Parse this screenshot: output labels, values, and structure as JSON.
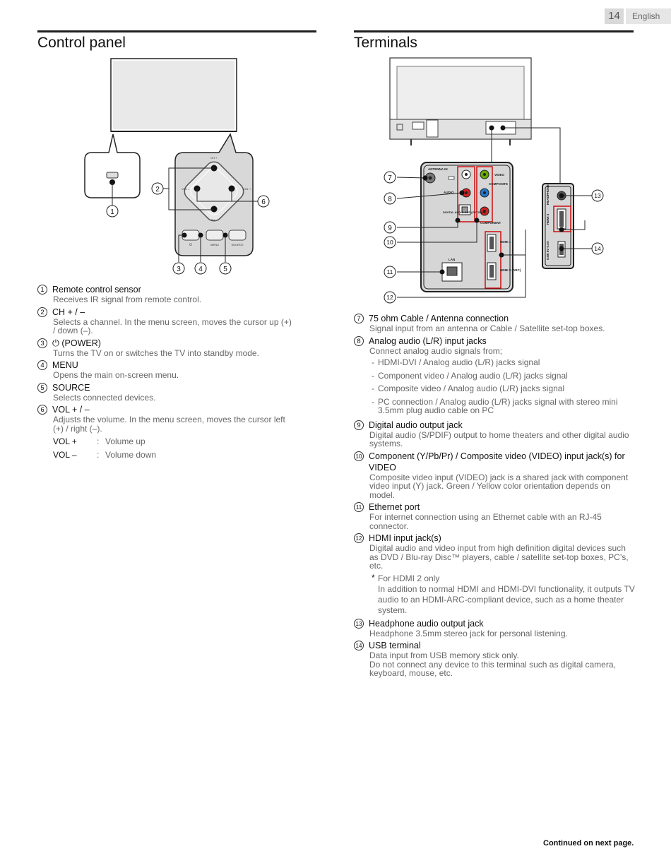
{
  "header": {
    "page_number": "14",
    "language": "English"
  },
  "left": {
    "heading": "Control panel",
    "items": [
      {
        "num": "1",
        "title": "Remote control sensor",
        "desc": "Receives IR signal from remote control."
      },
      {
        "num": "2",
        "title": "CH + / –",
        "desc": "Selects a channel. In the menu screen, moves the cursor up (+) / down (–)."
      },
      {
        "num": "3",
        "title": "⏻ (POWER)",
        "desc": "Turns the TV on or switches the TV into standby mode."
      },
      {
        "num": "4",
        "title": "MENU",
        "desc": "Opens the main on-screen menu."
      },
      {
        "num": "5",
        "title": "SOURCE",
        "desc": "Selects connected devices."
      },
      {
        "num": "6",
        "title": "VOL + / –",
        "desc": "Adjusts the volume. In the menu screen, moves the cursor left (+) / right (–)."
      }
    ],
    "vol_table": [
      {
        "key": "VOL +",
        "sep": ":",
        "value": "Volume up"
      },
      {
        "key": "VOL –",
        "sep": ":",
        "value": "Volume down"
      }
    ]
  },
  "right": {
    "heading": "Terminals",
    "items": {
      "i7": {
        "num": "7",
        "title": "75 ohm Cable / Antenna connection",
        "desc": "Signal input from an antenna or Cable / Satellite set-top boxes."
      },
      "i8": {
        "num": "8",
        "title": "Analog audio (L/R) input jacks",
        "desc": "Connect analog audio signals from;",
        "bullets": [
          "HDMI-DVI / Analog audio (L/R) jacks signal",
          "Component video / Analog audio (L/R) jacks signal",
          "Composite video / Analog audio (L/R) jacks signal",
          "PC connection / Analog audio (L/R) jacks signal with stereo mini 3.5mm plug audio cable on PC"
        ]
      },
      "i9": {
        "num": "9",
        "title": "Digital audio output jack",
        "desc": "Digital audio (S/PDIF) output to home theaters and other digital audio systems."
      },
      "i10": {
        "num": "10",
        "title": "Component (Y/Pb/Pr) / Composite video (VIDEO) input jack(s) for VIDEO",
        "desc": "Composite video input (VIDEO) jack is a shared jack with component video input (Y) jack. Green / Yellow color orientation depends on model."
      },
      "i11": {
        "num": "11",
        "title": "Ethernet port",
        "desc": "For internet connection using an Ethernet cable with an RJ-45 connector."
      },
      "i12": {
        "num": "12",
        "title": "HDMI input jack(s)",
        "desc": "Digital audio and video input from high definition digital devices such as DVD / Blu-ray Disc™ players, cable / satellite set-top boxes, PC’s, etc.",
        "note_star": "*",
        "note_title": "For HDMI 2 only",
        "note_text": "In addition to normal HDMI and HDMI-DVI functionality, it outputs TV audio to an HDMI-ARC-compliant device, such as a home theater system."
      },
      "i13": {
        "num": "13",
        "title": "Headphone audio output jack",
        "desc": "Headphone 3.5mm stereo jack for personal listening."
      },
      "i14": {
        "num": "14",
        "title": "USB terminal",
        "desc": "Data input from USB memory stick only.\nDo not connect any device to this terminal such as digital camera, keyboard, mouse, etc."
      }
    }
  },
  "diagram_labels": {
    "ch_plus": "CH +",
    "ch_minus": "CH –",
    "vol_minus": "VOL –",
    "vol_plus": "VOL +",
    "menu": "MENU",
    "source": "SOURCE",
    "antenna_in": "ANTENNA IN",
    "audio": "AUDIO",
    "video": "VIDEO",
    "composite": "COMPOSITE",
    "component": "COMPONENT",
    "digital_audio_out": "DIGITAL AUDIO OUT (OPTICAL)",
    "lan": "LAN",
    "hdmi1": "HDMI 1",
    "hdmi2": "HDMI 2 (ARC)",
    "headphone": "HEADPHONE",
    "hdmi3": "HDMI 3",
    "usb": "USB 5V 0.5A",
    "callouts": [
      "1",
      "2",
      "3",
      "4",
      "5",
      "6",
      "7",
      "8",
      "9",
      "10",
      "11",
      "12",
      "13",
      "14"
    ]
  },
  "footer": {
    "continued": "Continued on next page."
  }
}
